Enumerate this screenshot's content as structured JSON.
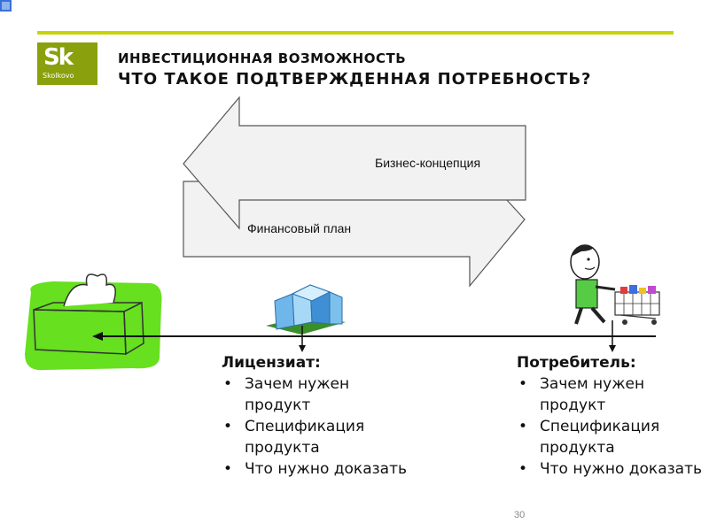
{
  "header": {
    "logo_text": "Sk",
    "logo_subtext": "Skolkovo",
    "title_line1": "ИНВЕСТИЦИОННАЯ ВОЗМОЖНОСТЬ",
    "title_line2": "ЧТО ТАКОЕ ПОДТВЕРЖДЕННАЯ ПОТРЕБНОСТЬ?"
  },
  "diagram": {
    "arrow_left_label": "Бизнес-концепция",
    "arrow_right_label": "Финансовый план"
  },
  "licensee": {
    "title": "Лицензиат:",
    "items": [
      "Зачем нужен продукт",
      "Спецификация продукта",
      "Что нужно доказать"
    ]
  },
  "consumer": {
    "title": "Потребитель:",
    "items": [
      "Зачем нужен продукт",
      "Спецификация продукта",
      "Что нужно доказать"
    ]
  },
  "page_number": "30",
  "colors": {
    "accent": "#c8d400",
    "logo_bg": "#8aa00c",
    "box_green": "#66e01f",
    "person_shirt": "#55cc44"
  }
}
